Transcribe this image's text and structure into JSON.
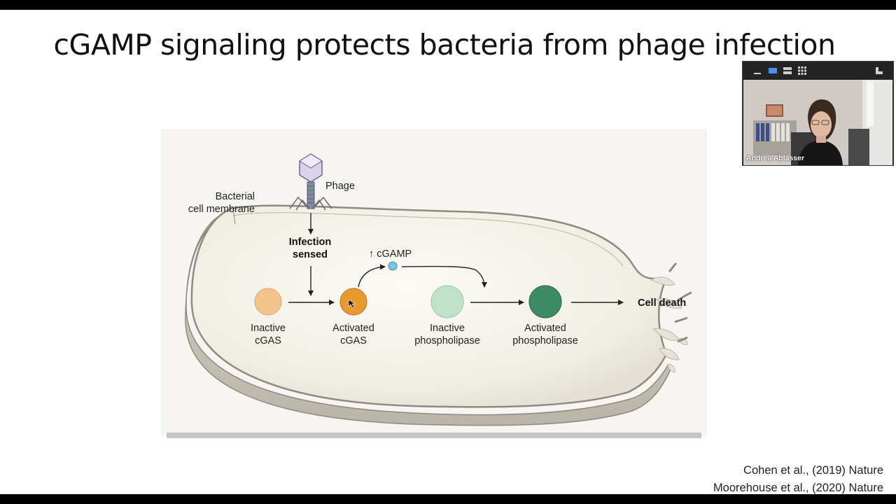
{
  "slide": {
    "title": "cGAMP signaling protects bacteria from phage infection",
    "figure": {
      "phage_label": "Phage",
      "membrane_label_line1": "Bacterial",
      "membrane_label_line2": "cell membrane",
      "infection_line1": "Infection",
      "infection_line2": "sensed",
      "cgamp_label": "↑ cGAMP",
      "cell_death_label": "Cell death",
      "nodes": [
        {
          "line1": "Inactive",
          "line2": "cGAS",
          "color": "#f3c48d"
        },
        {
          "line1": "Activated",
          "line2": "cGAS",
          "color": "#e89a2e"
        },
        {
          "line1": "Inactive",
          "line2": "phospholipase",
          "color": "#bfe2c8"
        },
        {
          "line1": "Activated",
          "line2": "phospholipase",
          "color": "#3d8a66"
        }
      ],
      "cgamp_color": "#7fc4de"
    },
    "references": [
      "Cohen et al., (2019) Nature",
      "Moorehouse et al., (2020) Nature"
    ]
  },
  "video_tile": {
    "participant_name": "Andrea Ablasser",
    "toolbar_icons": [
      "minimize-icon",
      "single-view-icon",
      "stacked-view-icon",
      "gallery-grid-icon",
      "exit-fullscreen-icon"
    ]
  }
}
